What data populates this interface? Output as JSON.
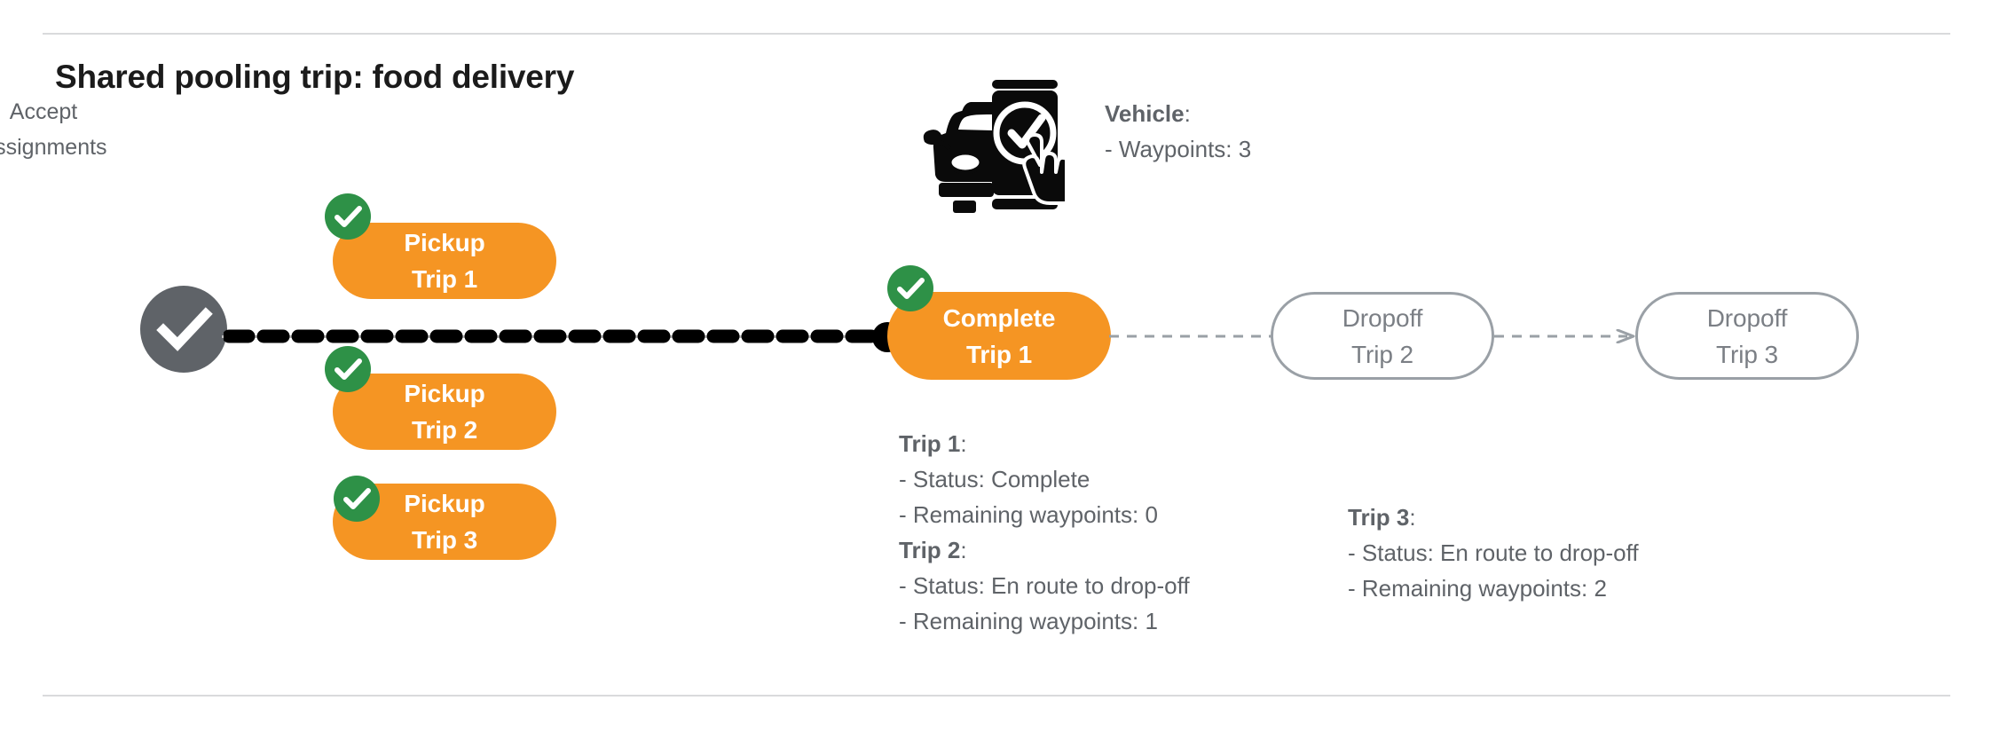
{
  "slide": {
    "title": "Shared pooling trip: food delivery",
    "colors": {
      "orange": "#F59523",
      "green_badge": "#2E9147",
      "gray_node": "#5F6368",
      "gray_outline": "#9AA0A6",
      "divider": "#D9DADC",
      "black_spine": "#000000"
    }
  },
  "accept_node": {
    "icon": "check-icon",
    "label_line1": "Accept",
    "label_line2": "Assignments"
  },
  "pickups": [
    {
      "line1": "Pickup",
      "line2": "Trip 1",
      "badge": "check-badge",
      "completed": true
    },
    {
      "line1": "Pickup",
      "line2": "Trip 2",
      "badge": "check-badge",
      "completed": true
    },
    {
      "line1": "Pickup",
      "line2": "Trip 3",
      "badge": "check-badge",
      "completed": true
    }
  ],
  "complete_node": {
    "line1": "Complete",
    "line2": "Trip 1",
    "badge": "check-badge",
    "completed": true
  },
  "dropoffs": [
    {
      "line1": "Dropoff",
      "line2": "Trip 2",
      "completed": false
    },
    {
      "line1": "Dropoff",
      "line2": "Trip 3",
      "completed": false
    }
  ],
  "vehicle": {
    "icon": "car-phone-check-icon",
    "heading": "Vehicle",
    "heading_colon": ":",
    "waypoints_line": "- Waypoints: 3"
  },
  "trip_info_left": {
    "trip1": {
      "heading": "Trip 1",
      "heading_colon": ":",
      "status_line": "- Status:  Complete",
      "waypoints_line": "- Remaining waypoints: 0"
    },
    "trip2": {
      "heading": "Trip 2",
      "heading_colon": ":",
      "status_line": "- Status:  En route to drop-off",
      "waypoints_line": "- Remaining waypoints: 1"
    }
  },
  "trip_info_right": {
    "trip3": {
      "heading": "Trip 3",
      "heading_colon": ":",
      "status_line": "- Status:  En route to drop-off",
      "waypoints_line": "- Remaining waypoints: 2"
    }
  }
}
